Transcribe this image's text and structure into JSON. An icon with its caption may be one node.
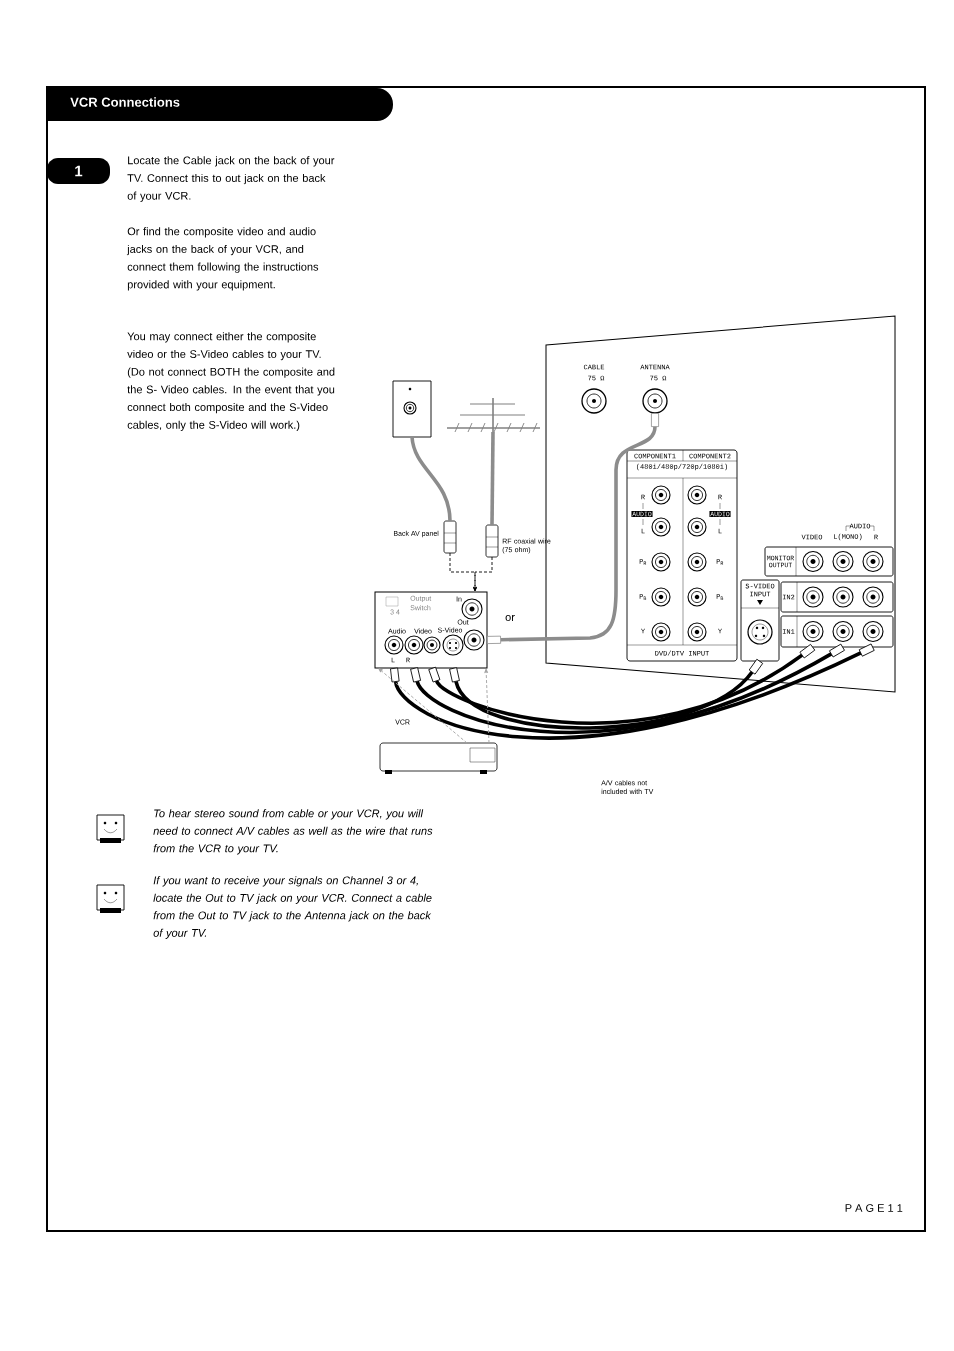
{
  "diagram": {
    "title": "VCR Connections",
    "nodes": [
      {
        "text": [
          "1"
        ]
      },
      {
        "text": [],
        "shape": "box"
      },
      {
        "text": [],
        "shape": "antenna"
      },
      {
        "text": [
          "Back AV panel"
        ]
      },
      {
        "text": [
          "RF coaxial wire (75 ohm)"
        ]
      },
      {
        "text": [
          "Output Switch",
          "3 4",
          "In",
          "Out",
          "Audio",
          "Video",
          "S-Video",
          "L",
          "R"
        ]
      },
      {
        "text": [],
        "shape": "vcr",
        "beside": [
          "VCR"
        ]
      },
      {
        "text": [],
        "shape": "panel"
      },
      {
        "text": [
          "CABLE",
          "75 Ω"
        ],
        "in": 7
      },
      {
        "text": [
          "ANTENNA",
          "75 Ω"
        ],
        "in": 7
      },
      {
        "text": [
          "COMPONENT1",
          "COMPONENT2",
          "(480i/480p/720p/1080i)",
          "R",
          "AUDIO",
          "L",
          "P$_{R}$",
          "P$_{B}$",
          "Y",
          "R",
          "AUDIO",
          "L",
          "P$_{R}$",
          "P$_{B}$",
          "Y",
          "DVD/DTV INPUT"
        ],
        "in": 7
      },
      {
        "text": [
          "S-VIDEO INPUT"
        ],
        "in": 7
      },
      {
        "text": [
          "MONITOR OUTPUT"
        ],
        "in": 7
      },
      {
        "text": [
          "IN2"
        ],
        "in": 7
      },
      {
        "text": [
          "IN1"
        ],
        "in": 7
      }
    ],
    "edges": [
      {
        "from": 1,
        "to": 3,
        "arrow": "none",
        "color": "#8c8c8c"
      },
      {
        "from": 2,
        "to": 4,
        "arrow": "none",
        "color": "#8c8c8c"
      },
      {
        "from": 3,
        "to": 5,
        "arrow": "to",
        "style": "dashed"
      },
      {
        "from": 4,
        "to": 5,
        "arrow": "to",
        "style": "dashed"
      },
      {
        "from": 5,
        "to": 9,
        "arrow": "other",
        "color": "#8c8c8c"
      },
      {
        "from": 5,
        "to": 11,
        "arrow": "other"
      },
      {
        "from": 5,
        "to": 14,
        "arrow": "other"
      },
      {
        "from": 5,
        "to": 14,
        "arrow": "other"
      },
      {
        "from": 5,
        "to": 14,
        "arrow": "other"
      },
      {
        "from": 6,
        "to": 5,
        "arrow": "to",
        "style": "dashed",
        "color": "#a0a0a0"
      },
      {
        "from": 6,
        "to": 5,
        "arrow": "to",
        "style": "dashed",
        "color": "#a0a0a0"
      }
    ],
    "labels": [
      "Locate the Cable jack on the back of your TV. Connect this to out jack on the back of your VCR.",
      "Or find the composite video and audio jacks on the back of your VCR, and connect them following the instructions provided with your equipment.",
      "You may connect either the composite video or the S-Video cables to your TV. (Do not connect BOTH the composite and the S- Video cables. In the event that you connect both composite and the S-Video cables, only the S-Video will work.)",
      "AUDIO",
      "VIDEO",
      "L(MONO)",
      "R",
      "or",
      "A/V cables not included with TV",
      "To hear stereo sound from cable or your VCR, you will need to connect A/V cables as well as the wire that runs from the VCR to your TV.",
      "If you want to receive your signals on Channel 3 or 4, locate the Out to TV jack on your VCR. Connect a cable from the Out to TV jack to the Antenna jack on the back of your TV.",
      "P A G E 1 1"
    ]
  }
}
